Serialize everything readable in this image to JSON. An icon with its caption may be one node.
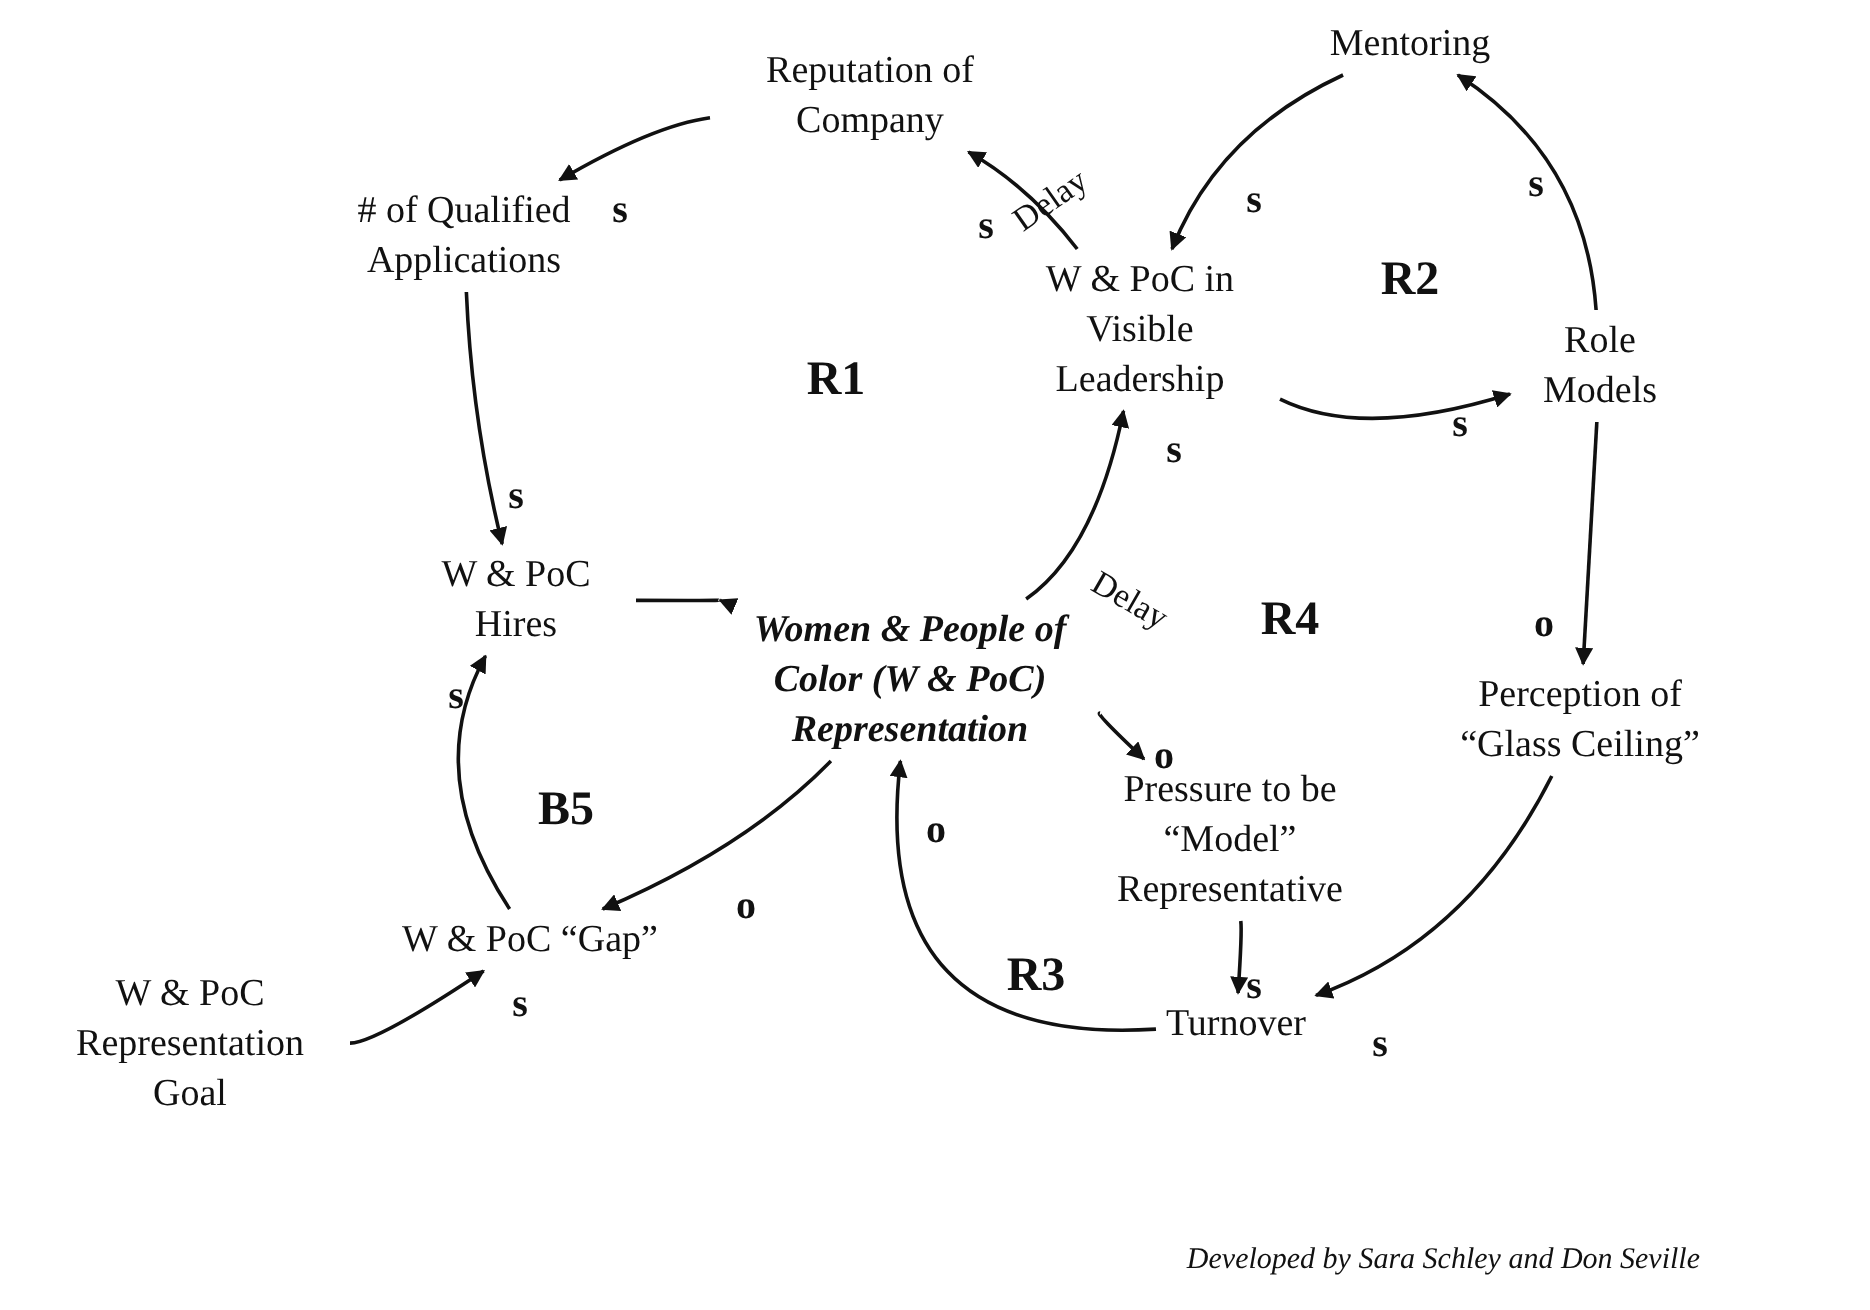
{
  "diagram": {
    "caption": "Developed by Sara Schley and Don Seville",
    "nodes": [
      {
        "text": [
          "Reputation of Company"
        ]
      },
      {
        "text": [
          "Mentoring"
        ]
      },
      {
        "text": [
          "# of Qualified Applications"
        ]
      },
      {
        "text": [
          "W & PoC in Visible Leadership"
        ]
      },
      {
        "text": [
          "Role Models"
        ]
      },
      {
        "text": [
          "W & PoC Hires"
        ]
      },
      {
        "text": [
          "Women & People of Color (W & PoC) Representation"
        ]
      },
      {
        "text": [
          "Perception of “Glass Ceiling”"
        ]
      },
      {
        "text": [
          "Pressure to be “Model” Representative"
        ]
      },
      {
        "text": [
          "W & PoC “Gap”"
        ]
      },
      {
        "text": [
          "W & PoC Representation Goal"
        ]
      },
      {
        "text": [
          "Turnover"
        ]
      }
    ],
    "edges": [
      {
        "from": 0,
        "to": 2,
        "arrow": "to",
        "label": "s"
      },
      {
        "from": 2,
        "to": 5,
        "arrow": "to",
        "label": "s"
      },
      {
        "from": 5,
        "to": 6,
        "arrow": "to"
      },
      {
        "from": 6,
        "to": 3,
        "arrow": "to",
        "label": "s"
      },
      {
        "from": 3,
        "to": 0,
        "arrow": "to",
        "label": "s"
      },
      {
        "from": 1,
        "to": 3,
        "arrow": "to",
        "label": "s"
      },
      {
        "from": 3,
        "to": 4,
        "arrow": "to",
        "label": "s"
      },
      {
        "from": 4,
        "to": 1,
        "arrow": "to",
        "label": "s"
      },
      {
        "from": 4,
        "to": 7,
        "arrow": "to",
        "label": "o"
      },
      {
        "from": 7,
        "to": 11,
        "arrow": "to",
        "label": "s"
      },
      {
        "from": 6,
        "to": 8,
        "arrow": "to",
        "label": "o"
      },
      {
        "from": 8,
        "to": 11,
        "arrow": "to",
        "label": "s"
      },
      {
        "from": 11,
        "to": 6,
        "arrow": "to",
        "label": "o"
      },
      {
        "from": 6,
        "to": 9,
        "arrow": "to",
        "label": "o"
      },
      {
        "from": 9,
        "to": 5,
        "arrow": "to",
        "label": "s"
      },
      {
        "from": 10,
        "to": 9,
        "arrow": "to",
        "label": "s"
      }
    ],
    "labels": [
      "Delay",
      "R2",
      "R1",
      "Delay",
      "R4",
      "B5",
      "R3"
    ]
  }
}
